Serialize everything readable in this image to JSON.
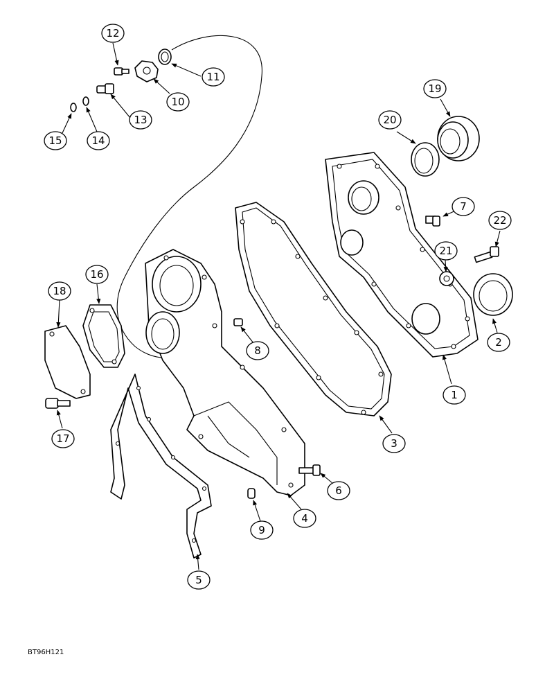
{
  "callouts": [
    {
      "id": "1",
      "label": "1"
    },
    {
      "id": "2",
      "label": "2"
    },
    {
      "id": "3",
      "label": "3"
    },
    {
      "id": "4",
      "label": "4"
    },
    {
      "id": "5",
      "label": "5"
    },
    {
      "id": "6",
      "label": "6"
    },
    {
      "id": "7",
      "label": "7"
    },
    {
      "id": "8",
      "label": "8"
    },
    {
      "id": "9",
      "label": "9"
    },
    {
      "id": "10",
      "label": "10"
    },
    {
      "id": "11",
      "label": "11"
    },
    {
      "id": "12",
      "label": "12"
    },
    {
      "id": "13",
      "label": "13"
    },
    {
      "id": "14",
      "label": "14"
    },
    {
      "id": "15",
      "label": "15"
    },
    {
      "id": "16",
      "label": "16"
    },
    {
      "id": "17",
      "label": "17"
    },
    {
      "id": "18",
      "label": "18"
    },
    {
      "id": "19",
      "label": "19"
    },
    {
      "id": "20",
      "label": "20"
    },
    {
      "id": "21",
      "label": "21"
    },
    {
      "id": "22",
      "label": "22"
    }
  ],
  "reference_code": "BT96H121",
  "colors": {
    "line": "#000000",
    "background": "#ffffff"
  }
}
